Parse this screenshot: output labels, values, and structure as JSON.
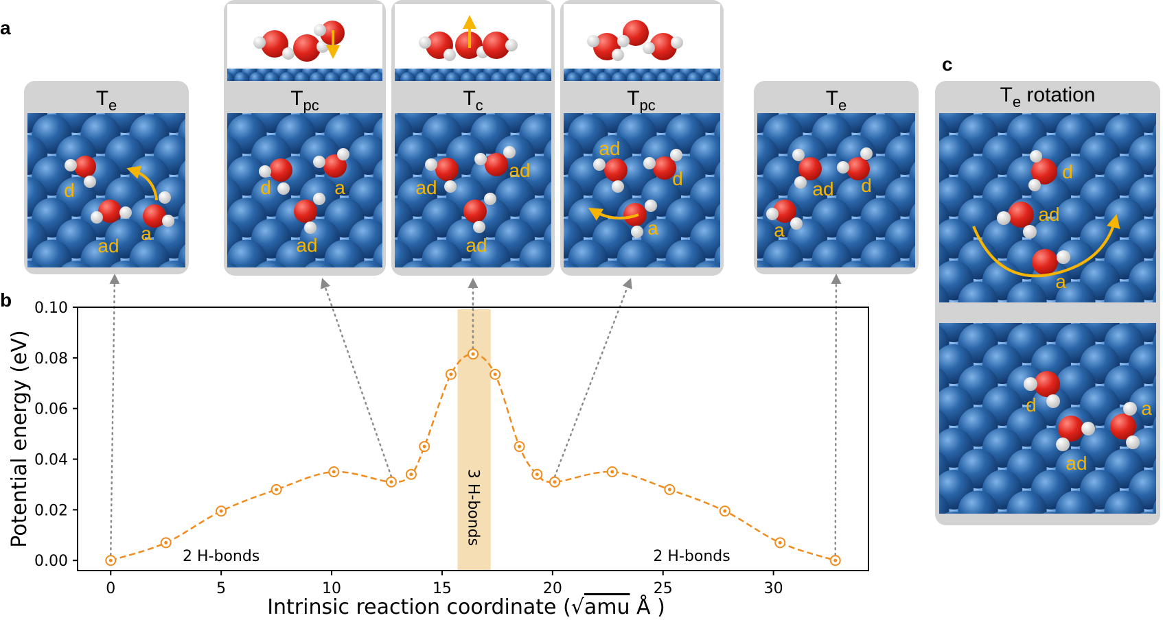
{
  "panel_letters": [
    "a",
    "b",
    "c"
  ],
  "cards": [
    {
      "title_main": "T",
      "title_sub": "e",
      "labels": [
        "d",
        "ad",
        "a"
      ]
    },
    {
      "title_main": "T",
      "title_sub": "pc",
      "labels": [
        "d",
        "a",
        "ad"
      ]
    },
    {
      "title_main": "T",
      "title_sub": "c",
      "labels": [
        "ad",
        "ad",
        "ad"
      ]
    },
    {
      "title_main": "T",
      "title_sub": "pc",
      "labels": [
        "ad",
        "d",
        "a"
      ]
    },
    {
      "title_main": "T",
      "title_sub": "e",
      "labels": [
        "ad",
        "d",
        "a"
      ]
    }
  ],
  "rotation_card": {
    "title_main": "T",
    "title_sub": "e",
    "title_rest": " rotation",
    "labels_top": [
      "d",
      "ad",
      "a"
    ],
    "labels_bottom": [
      "d",
      "a",
      "ad"
    ]
  },
  "colors": {
    "curve": "#f08c1e",
    "band": "#f5ddb4",
    "arrow": "#f7b500",
    "card_bg": "#d3d3d3",
    "surface": "#1e5694",
    "oxygen": "#e0251c"
  },
  "chart_data": {
    "type": "line",
    "x": [
      0,
      2.5,
      5,
      7.5,
      10.1,
      12.7,
      13.6,
      14.2,
      15.4,
      16.4,
      17.4,
      18.5,
      19.3,
      20.1,
      22.7,
      25.3,
      27.8,
      30.3,
      32.8
    ],
    "y": [
      0.0,
      0.007,
      0.0195,
      0.028,
      0.035,
      0.031,
      0.034,
      0.045,
      0.0735,
      0.0815,
      0.0735,
      0.045,
      0.034,
      0.031,
      0.035,
      0.028,
      0.0195,
      0.007,
      0.0
    ],
    "xlim": [
      -1.5,
      34.3
    ],
    "ylim": [
      -0.004,
      0.1
    ],
    "xticks": [
      0,
      5,
      10,
      15,
      20,
      25,
      30
    ],
    "yticks": [
      "0.00",
      "0.02",
      "0.04",
      "0.06",
      "0.08",
      "0.10"
    ],
    "xlabel_main": "Intrinsic reaction coordinate (",
    "xlabel_sqrt": "amu",
    "xlabel_end": " Å )",
    "ylabel": "Potential energy (eV)",
    "band_x": [
      15.7,
      17.2
    ],
    "band_label": "3 H-bonds",
    "annotations": [
      "2 H-bonds",
      "2 H-bonds"
    ],
    "grid": false
  }
}
